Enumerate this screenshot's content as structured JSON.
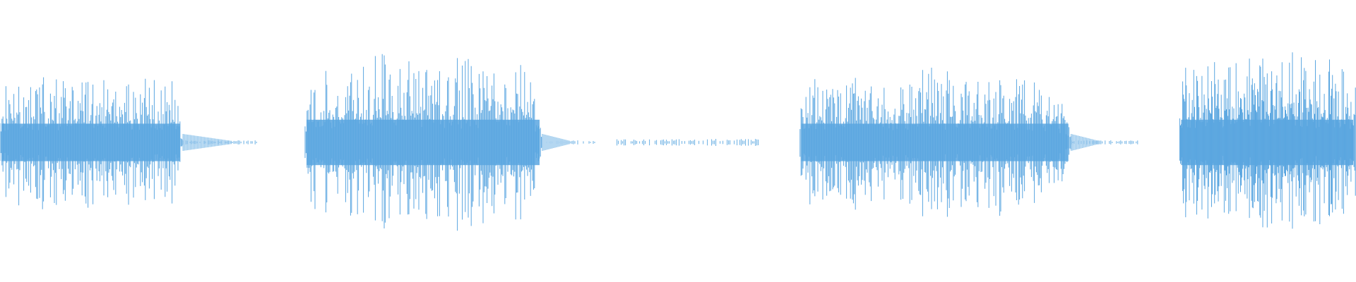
{
  "waveform": {
    "color": "#5aa6e0",
    "background": "#ffffff",
    "baseline": "center",
    "segments": [
      {
        "kind": "loud",
        "start": 0.0,
        "end": 0.135,
        "density": "dense",
        "amp": "high",
        "tail": "medium"
      },
      {
        "kind": "faint",
        "start": 0.135,
        "end": 0.19,
        "amp": "very-low"
      },
      {
        "kind": "loud",
        "start": 0.225,
        "end": 0.4,
        "density": "dense",
        "amp": "very-high",
        "tail": "short"
      },
      {
        "kind": "faint",
        "start": 0.4,
        "end": 0.44,
        "amp": "very-low"
      },
      {
        "kind": "faint",
        "start": 0.455,
        "end": 0.56,
        "amp": "low"
      },
      {
        "kind": "loud",
        "start": 0.59,
        "end": 0.79,
        "density": "dense",
        "amp": "high",
        "tail": "short"
      },
      {
        "kind": "faint",
        "start": 0.79,
        "end": 0.84,
        "amp": "very-low"
      },
      {
        "kind": "loud",
        "start": 0.87,
        "end": 1.0,
        "density": "very-dense",
        "amp": "very-high",
        "tail": "none"
      }
    ]
  }
}
